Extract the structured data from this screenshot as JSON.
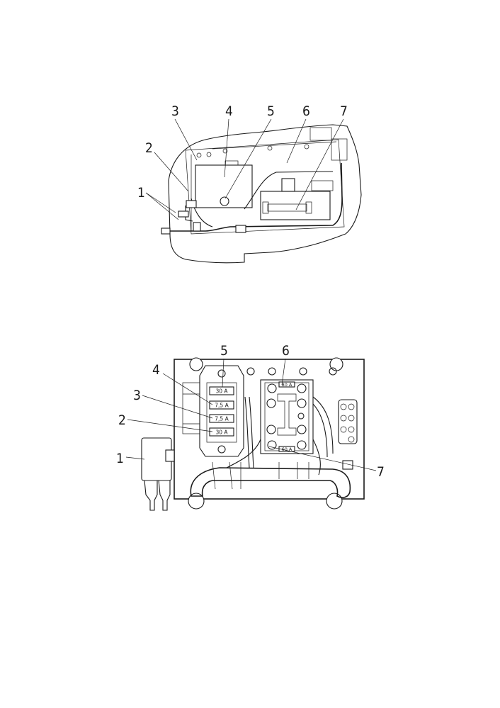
{
  "top_view": {
    "callouts": [
      "1",
      "2",
      "3",
      "4",
      "5",
      "6",
      "7"
    ]
  },
  "bottom_view": {
    "callouts": [
      "1",
      "2",
      "3",
      "4",
      "5",
      "6",
      "7"
    ],
    "fuse_labels": [
      "30 A",
      "7,5 A",
      "7,5 A",
      "30 A"
    ],
    "relay_labels": [
      "80 A",
      "60 A"
    ]
  }
}
